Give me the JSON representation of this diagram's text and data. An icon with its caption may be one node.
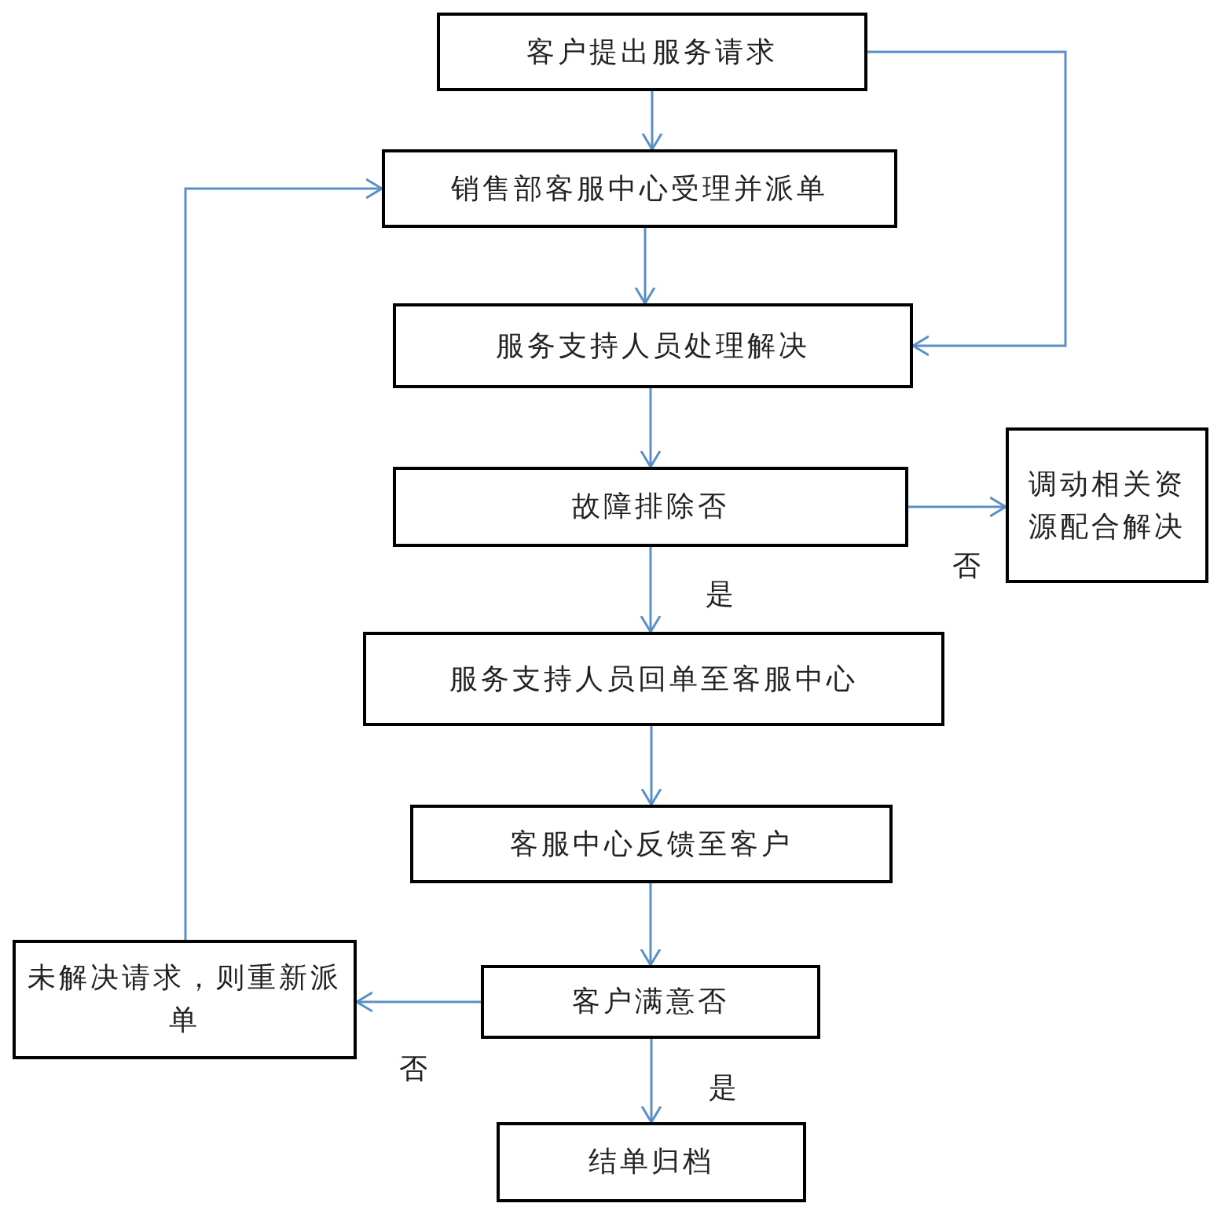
{
  "diagram": {
    "nodes": [
      {
        "text": [
          "客户提出服务请求"
        ]
      },
      {
        "text": [
          "销售部客服中心受理并派单"
        ]
      },
      {
        "text": [
          "服务支持人员处理解决"
        ]
      },
      {
        "text": [
          "故障排除否"
        ]
      },
      {
        "text": [
          "调动相关资源配合解决"
        ]
      },
      {
        "text": [
          "服务支持人员回单至客服中心"
        ]
      },
      {
        "text": [
          "客服中心反馈至客户"
        ]
      },
      {
        "text": [
          "客户满意否"
        ]
      },
      {
        "text": [
          "未解决请求，则重新派单"
        ]
      },
      {
        "text": [
          "结单归档"
        ]
      }
    ],
    "edges": [
      {
        "from": 0,
        "to": 1,
        "arrow": "to"
      },
      {
        "from": 1,
        "to": 2,
        "arrow": "to"
      },
      {
        "from": 0,
        "to": 2,
        "arrow": "to"
      },
      {
        "from": 2,
        "to": 3,
        "arrow": "to"
      },
      {
        "from": 3,
        "to": 4,
        "arrow": "to",
        "label": "否"
      },
      {
        "from": 3,
        "to": 5,
        "arrow": "to",
        "label": "是"
      },
      {
        "from": 5,
        "to": 6,
        "arrow": "to"
      },
      {
        "from": 6,
        "to": 7,
        "arrow": "to"
      },
      {
        "from": 7,
        "to": 8,
        "arrow": "to",
        "label": "否"
      },
      {
        "from": 7,
        "to": 9,
        "arrow": "to",
        "label": "是"
      },
      {
        "from": 8,
        "to": 1,
        "arrow": "to"
      }
    ]
  }
}
